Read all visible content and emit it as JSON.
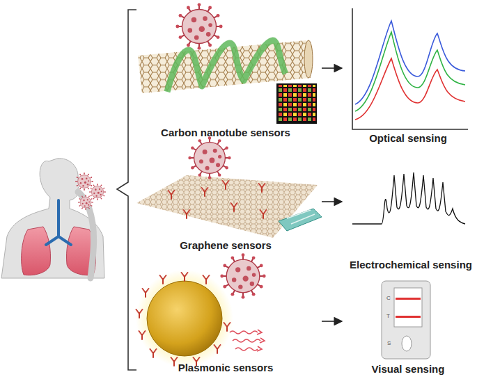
{
  "diagram": {
    "nodes": [
      {
        "text": [
          "Carbon nanotube sensors"
        ]
      },
      {
        "text": [
          "Optical sensing"
        ]
      },
      {
        "text": [
          "Graphene sensors"
        ]
      },
      {
        "text": [
          "Electrochemical sensing"
        ]
      },
      {
        "text": [
          "Plasmonic sensors"
        ]
      },
      {
        "text": [
          "Visual sensing"
        ]
      }
    ],
    "edges": [
      {
        "from": 0,
        "to": 1,
        "arrow": "to"
      },
      {
        "from": 2,
        "to": 3,
        "arrow": "to"
      },
      {
        "from": 4,
        "to": 5,
        "arrow": "to"
      }
    ],
    "labels": [
      "C",
      "T",
      "S"
    ]
  }
}
